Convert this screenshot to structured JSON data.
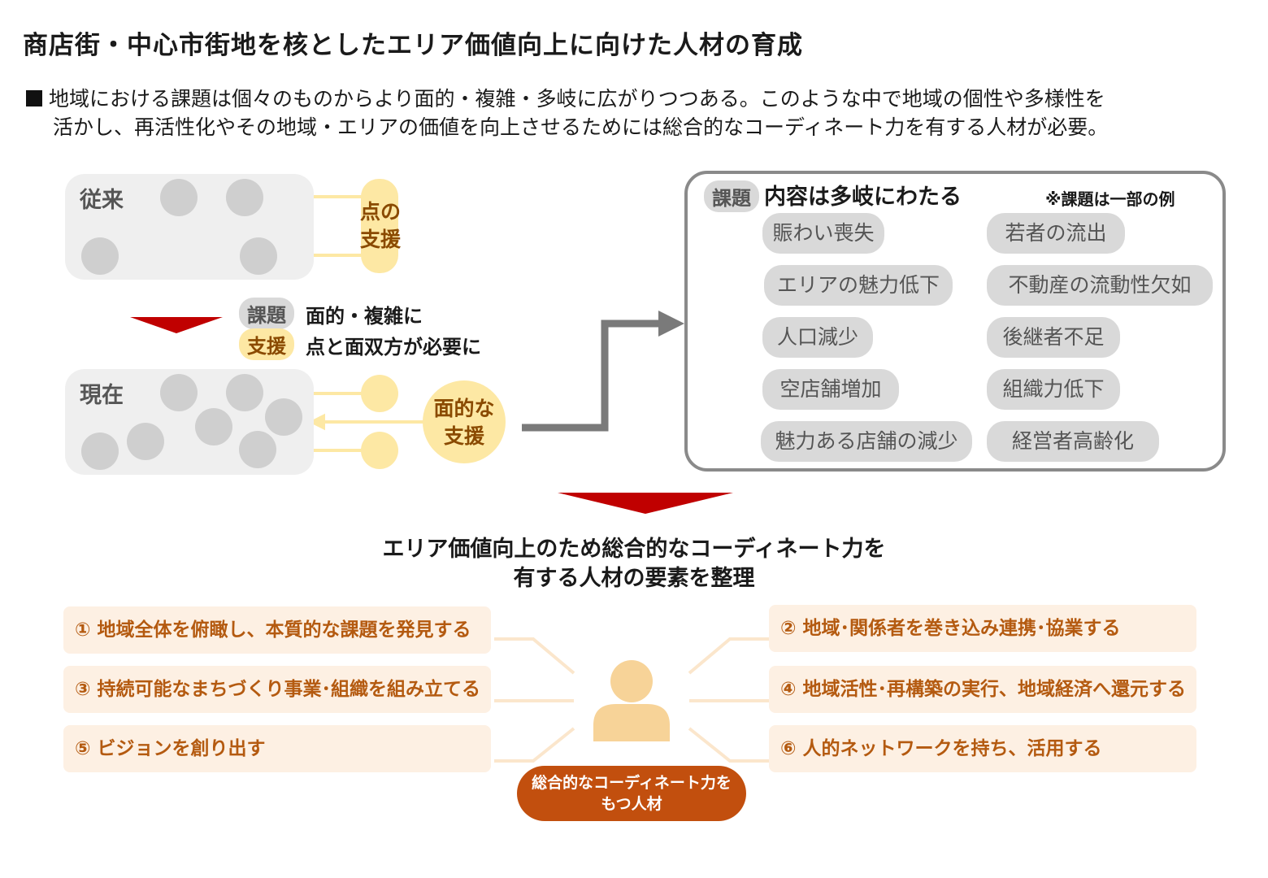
{
  "title": "商店街・中心市街地を核としたエリア価値向上に向けた人材の育成",
  "intro": {
    "bullet": "■",
    "line1": "地域における課題は個々のものからより面的・複雑・多岐に広がりつつある。このような中で地域の個性や多様性を",
    "line2": "活かし、再活性化やその地域・エリアの価値を向上させるためには総合的なコーディネート力を有する人材が必要。"
  },
  "past": {
    "label": "従来",
    "support_line1": "点の",
    "support_line2": "支援"
  },
  "change": {
    "issue_tag": "課題",
    "issue_text": "面的・複雑に",
    "support_tag": "支援",
    "support_text": "点と面双方が必要に"
  },
  "present": {
    "label": "現在",
    "support_line1": "面的な",
    "support_line2": "支援"
  },
  "issues_box": {
    "tag": "課題",
    "heading": "内容は多岐にわたる",
    "note": "※課題は一部の例",
    "left": [
      "賑わい喪失",
      "エリアの魅力低下",
      "人口減少",
      "空店舗増加",
      "魅力ある店舗の減少"
    ],
    "right": [
      "若者の流出",
      "不動産の流動性欠如",
      "後継者不足",
      "組織力低下",
      "経営者高齢化"
    ]
  },
  "center": {
    "line1": "エリア価値向上のため総合的なコーディネート力を",
    "line2": "有する人材の要素を整理"
  },
  "elements": [
    "① 地域全体を俯瞰し、本質的な課題を発見する",
    "② 地域･関係者を巻き込み連携･協業する",
    "③ 持続可能なまちづくり事業･組織を組み立てる",
    "④ 地域活性･再構築の実行、地域経済へ還元する",
    "⑤ ビジョンを創り出す",
    "⑥ 人的ネットワークを持ち、活用する"
  ],
  "person": {
    "icon": "person-icon",
    "badge_line1": "総合的なコーディネート力を",
    "badge_line2": "もつ人材"
  },
  "colors": {
    "yellow": "#fde8a4",
    "gray": "#cfcfcf",
    "red_arrow": "#c00000",
    "orange": "#c24f0e",
    "peach": "#fdf0e3",
    "person": "#f7d398"
  }
}
